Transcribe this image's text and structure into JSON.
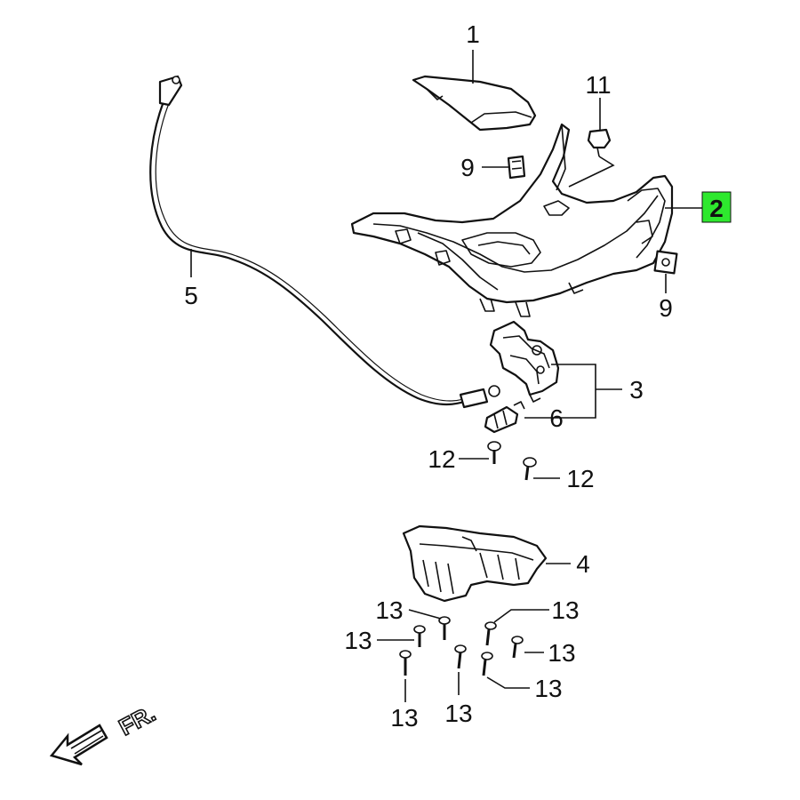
{
  "callouts": {
    "c1": "1",
    "c2": "2",
    "c3": "3",
    "c4": "4",
    "c5": "5",
    "c6": "6",
    "c9a": "9",
    "c9b": "9",
    "c11": "11",
    "c12a": "12",
    "c12b": "12",
    "c13a": "13",
    "c13b": "13",
    "c13c": "13",
    "c13d": "13",
    "c13e": "13",
    "c13f": "13",
    "c13g": "13"
  },
  "direction": {
    "label": "FR."
  },
  "colors": {
    "highlight": "#2ee82e",
    "line": "#111111"
  }
}
